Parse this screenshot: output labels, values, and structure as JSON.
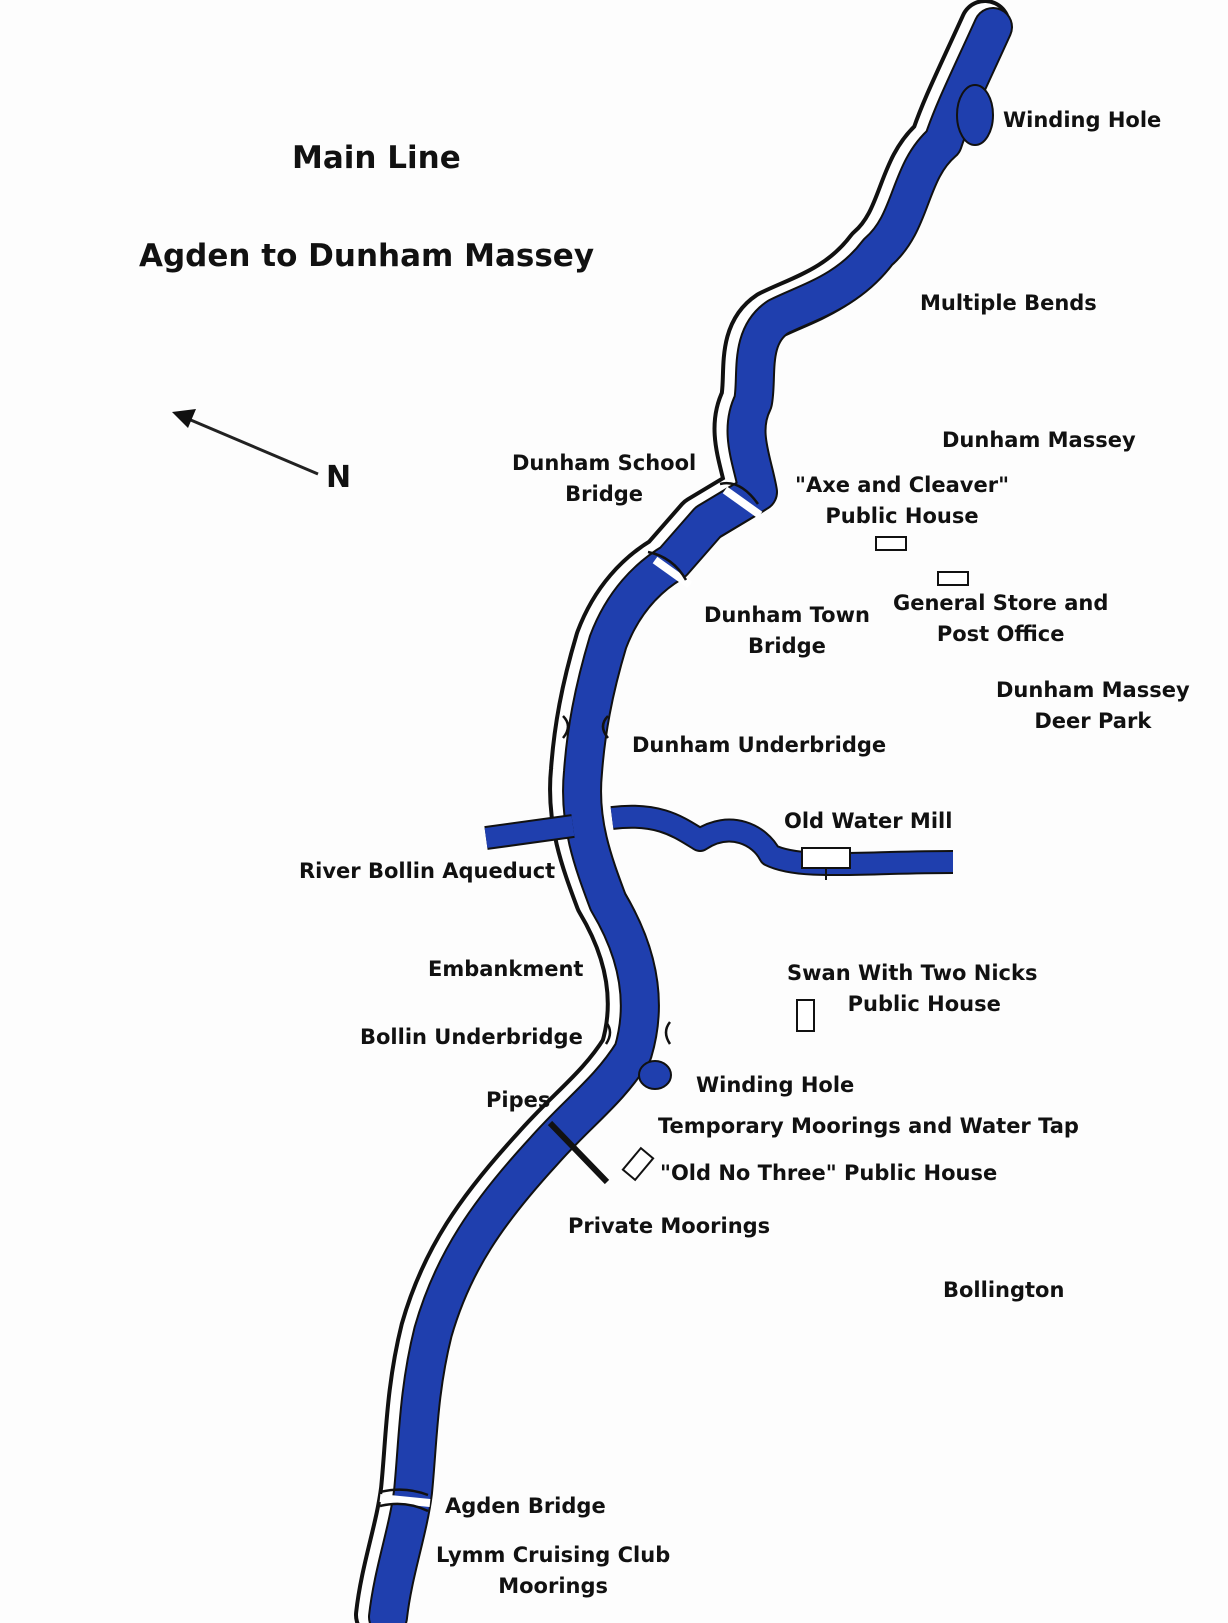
{
  "title": "Main Line",
  "subtitle": "Agden to Dunham Massey",
  "north_label": "N",
  "colors": {
    "water": "#1f3fae",
    "outline": "#111111"
  },
  "labels": {
    "winding_hole_top": "Winding Hole",
    "multiple_bends": "Multiple Bends",
    "dunham_massey": "Dunham Massey",
    "dunham_school_bridge": [
      "Dunham School",
      "Bridge"
    ],
    "axe_and_cleaver": [
      "\"Axe and Cleaver\"",
      "Public House"
    ],
    "general_store": [
      "General Store and",
      "Post Office"
    ],
    "dunham_town_bridge": [
      "Dunham Town",
      "Bridge"
    ],
    "deer_park": [
      "Dunham Massey",
      "Deer Park"
    ],
    "dunham_underbridge": "Dunham Underbridge",
    "old_water_mill": "Old Water Mill",
    "river_bollin_aqueduct": "River Bollin Aqueduct",
    "embankment": "Embankment",
    "swan_with_two_nicks": [
      "Swan With Two Nicks",
      "Public House"
    ],
    "bollin_underbridge": "Bollin Underbridge",
    "winding_hole_bottom": "Winding Hole",
    "pipes": "Pipes",
    "temporary_moorings": "Temporary Moorings and Water Tap",
    "old_no_three": "\"Old No Three\" Public House",
    "private_moorings": "Private Moorings",
    "bollington": "Bollington",
    "agden_bridge": "Agden Bridge",
    "lymm_cruising_club": [
      "Lymm Cruising Club",
      "Moorings"
    ]
  }
}
